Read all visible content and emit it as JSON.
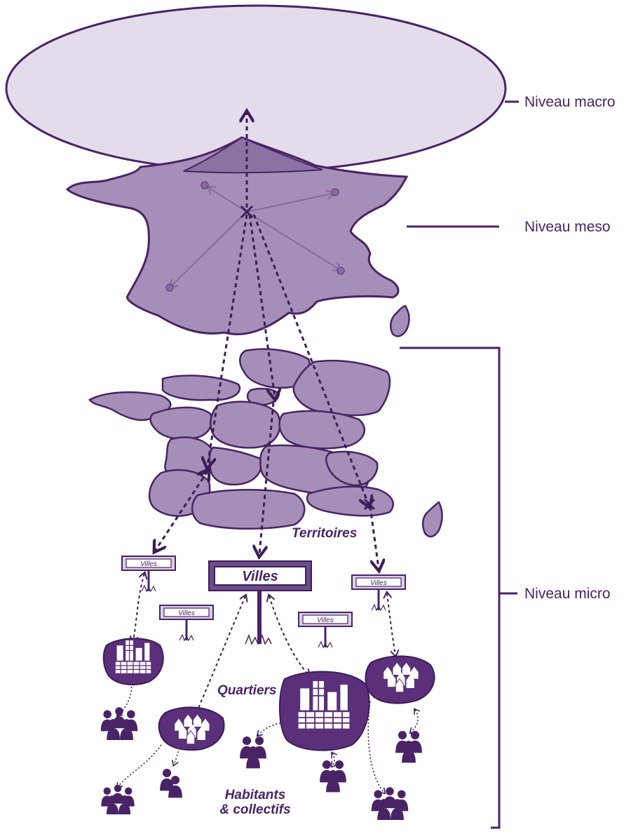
{
  "levels": {
    "macro": "Niveau macro",
    "meso": "Niveau meso",
    "micro": "Niveau micro"
  },
  "captions": {
    "territoires": "Territoires",
    "quartiers": "Quartiers",
    "habitants_line1": "Habitants",
    "habitants_line2": "& collectifs"
  },
  "signs": {
    "villes": "Villes"
  },
  "colors": {
    "outline": "#4a2366",
    "macro_fill": "#e4dcea",
    "region_fill": "#a58fb8",
    "arrow_light": "#8a68a3",
    "dark": "#5b2f7a"
  }
}
